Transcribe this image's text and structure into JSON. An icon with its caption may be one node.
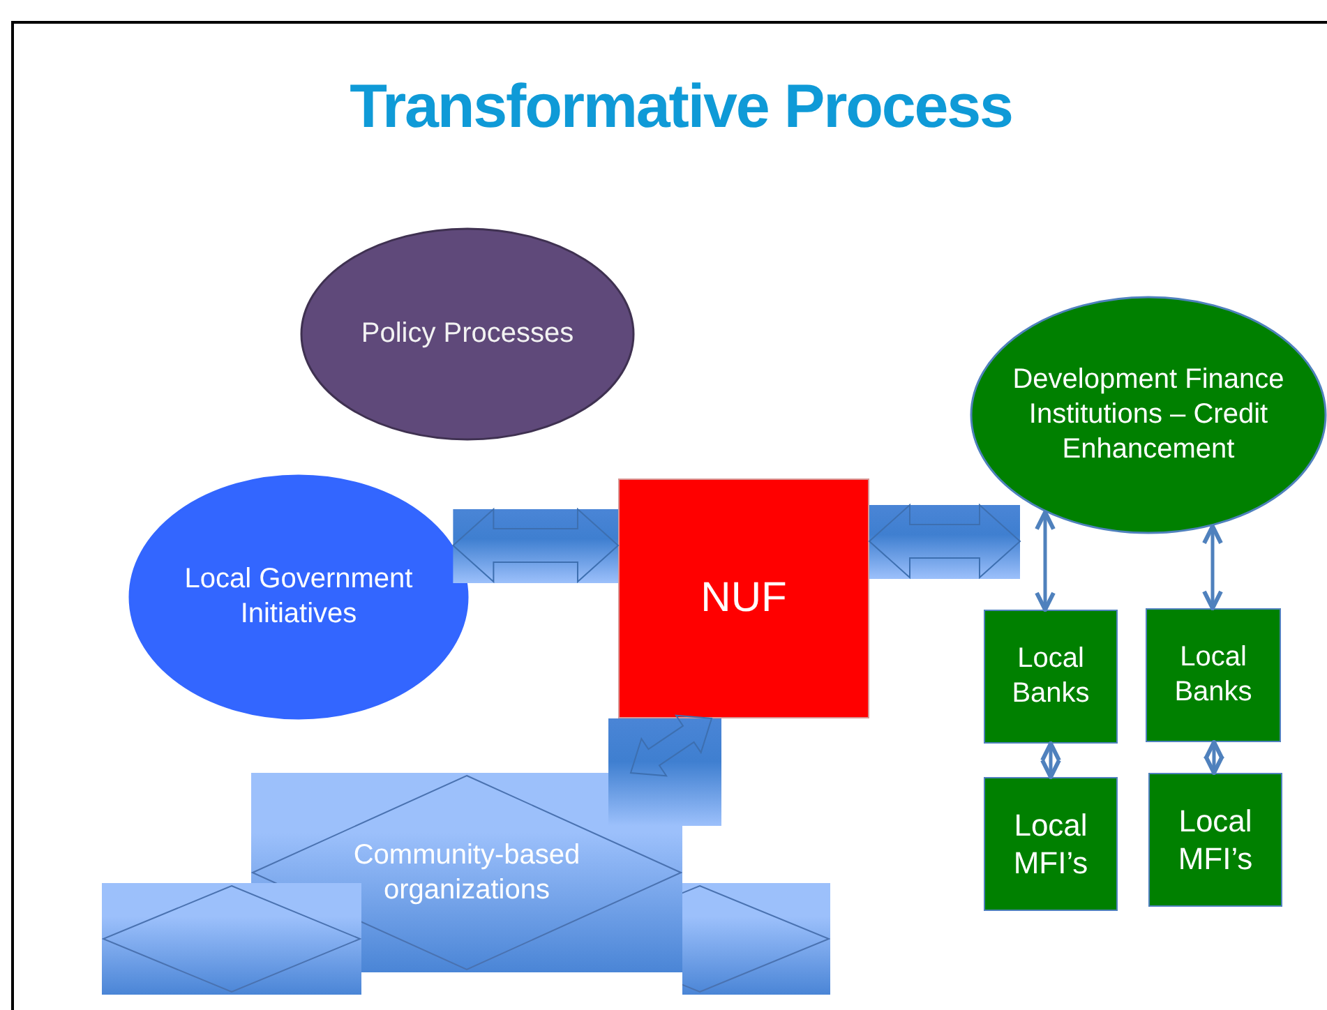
{
  "diagram": {
    "title": "Transformative Process",
    "nodes": [
      {
        "text": [
          "Policy Processes"
        ]
      },
      {
        "text": [
          "Development Finance Institutions – Credit Enhancement"
        ]
      },
      {
        "text": [
          "Local Government Initiatives"
        ]
      },
      {
        "text": [
          "NUF"
        ]
      },
      {
        "text": [
          "Local Banks"
        ]
      },
      {
        "text": [
          "Local Banks"
        ]
      },
      {
        "text": [
          "Local MFI’s"
        ]
      },
      {
        "text": [
          "Local MFI’s"
        ]
      },
      {
        "text": [
          "Community-based organizations"
        ]
      },
      {
        "text": [],
        "shape": "diamond"
      },
      {
        "text": [],
        "shape": "diamond"
      }
    ],
    "edges": [
      {
        "from": 2,
        "to": 3,
        "arrow": "both"
      },
      {
        "from": 3,
        "to": 1,
        "arrow": "both"
      },
      {
        "from": 8,
        "to": 3,
        "arrow": "both"
      },
      {
        "from": 1,
        "to": 4,
        "arrow": "both"
      },
      {
        "from": 1,
        "to": 5,
        "arrow": "both"
      },
      {
        "from": 4,
        "to": 6,
        "arrow": "both"
      },
      {
        "from": 5,
        "to": 7,
        "arrow": "both"
      }
    ]
  }
}
